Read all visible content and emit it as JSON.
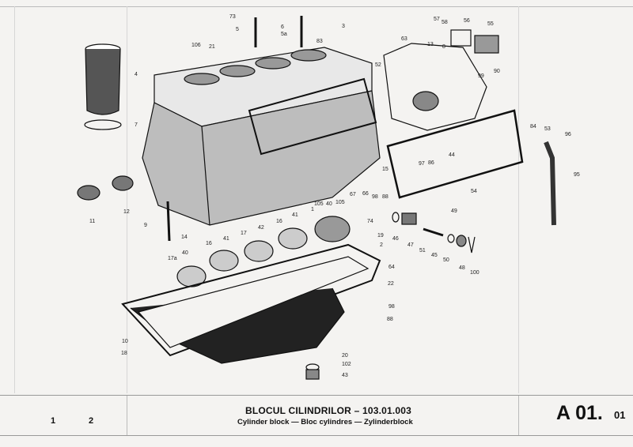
{
  "sheet": {
    "title": "BLOCUL CILINDRILOR – 103.01.003",
    "subtitle": "Cylinder block — Bloc cylindres — Zylinderblock",
    "code": "A 01.",
    "code_suffix": "01",
    "column_1": "1",
    "column_2": "2"
  },
  "callouts": [
    "73",
    "5",
    "6",
    "5a",
    "83",
    "3",
    "106",
    "21",
    "4",
    "7",
    "63",
    "52",
    "57",
    "58",
    "56",
    "55",
    "13",
    "8",
    "99",
    "90",
    "44",
    "97",
    "86",
    "15",
    "84",
    "53",
    "96",
    "95",
    "54",
    "67",
    "66",
    "98",
    "88",
    "11",
    "12",
    "9",
    "14",
    "105",
    "40",
    "105",
    "1",
    "41",
    "16",
    "42",
    "17",
    "41",
    "16",
    "17a",
    "40",
    "74",
    "19",
    "2",
    "64",
    "22",
    "98",
    "88",
    "10",
    "18",
    "20",
    "102",
    "43",
    "46",
    "47",
    "51",
    "45",
    "50",
    "49",
    "48",
    "100"
  ]
}
